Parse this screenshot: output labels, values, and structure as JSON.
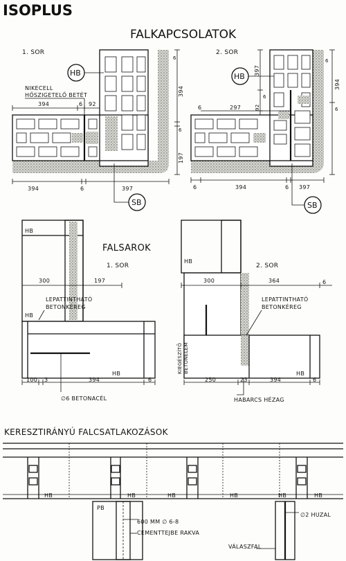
{
  "brand": "ISOPLUS",
  "sections": {
    "top": {
      "title": "FALKAPCSOLATOK",
      "left": {
        "row": "1. SOR",
        "hb": "HB",
        "sb": "SB",
        "insulation_label_1": "NIKECELL",
        "insulation_label_2": "HŐSZIGETELŐ BETÉT",
        "dims": [
          "394",
          "6",
          "92",
          "394",
          "6",
          "397",
          "6",
          "6",
          "394",
          "197"
        ]
      },
      "right": {
        "row": "2. SOR",
        "hb": "HB",
        "sb": "SB",
        "dims": [
          "397",
          "6",
          "297",
          "92",
          "6",
          "6",
          "394",
          "6",
          "6",
          "394",
          "6",
          "397"
        ]
      }
    },
    "middle": {
      "title": "FALSAROK",
      "left": {
        "row": "1. SOR",
        "hb_top": "HB",
        "hb_mid": "HB",
        "hb_bottom": "HB",
        "label_1": "LEPATTINTHATÓ",
        "label_2": "BETONKÉREG",
        "rebar": "∅6 BETONACÉL",
        "dims": [
          "300",
          "197",
          "100",
          "3",
          "394",
          "6"
        ]
      },
      "right": {
        "row": "2. SOR",
        "hb_top": "HB",
        "hb_bottom": "HB",
        "label_1": "LEPATTINTHATÓ",
        "label_2": "BETONKÉREG",
        "side_1": "KIEGÉSZÍTŐ",
        "side_2": "BETONELEM",
        "mortar": "HABARCS HÉZAG",
        "dims": [
          "300",
          "364",
          "6",
          "250",
          "23",
          "394",
          "6"
        ]
      }
    },
    "bottom": {
      "title": "KERESZTIRÁNYÚ  FALCSATLAKOZÁSOK",
      "pb": "PB",
      "hb_labels": [
        "HB",
        "HB",
        "HB",
        "HB",
        "HB",
        "HB"
      ],
      "note_1": "600 MM ∅ 6-8",
      "note_2": "CEMENTTEJBE RAKVA",
      "wire": "∅2 HUZAL",
      "partition": "VÁLASZFAL"
    }
  }
}
